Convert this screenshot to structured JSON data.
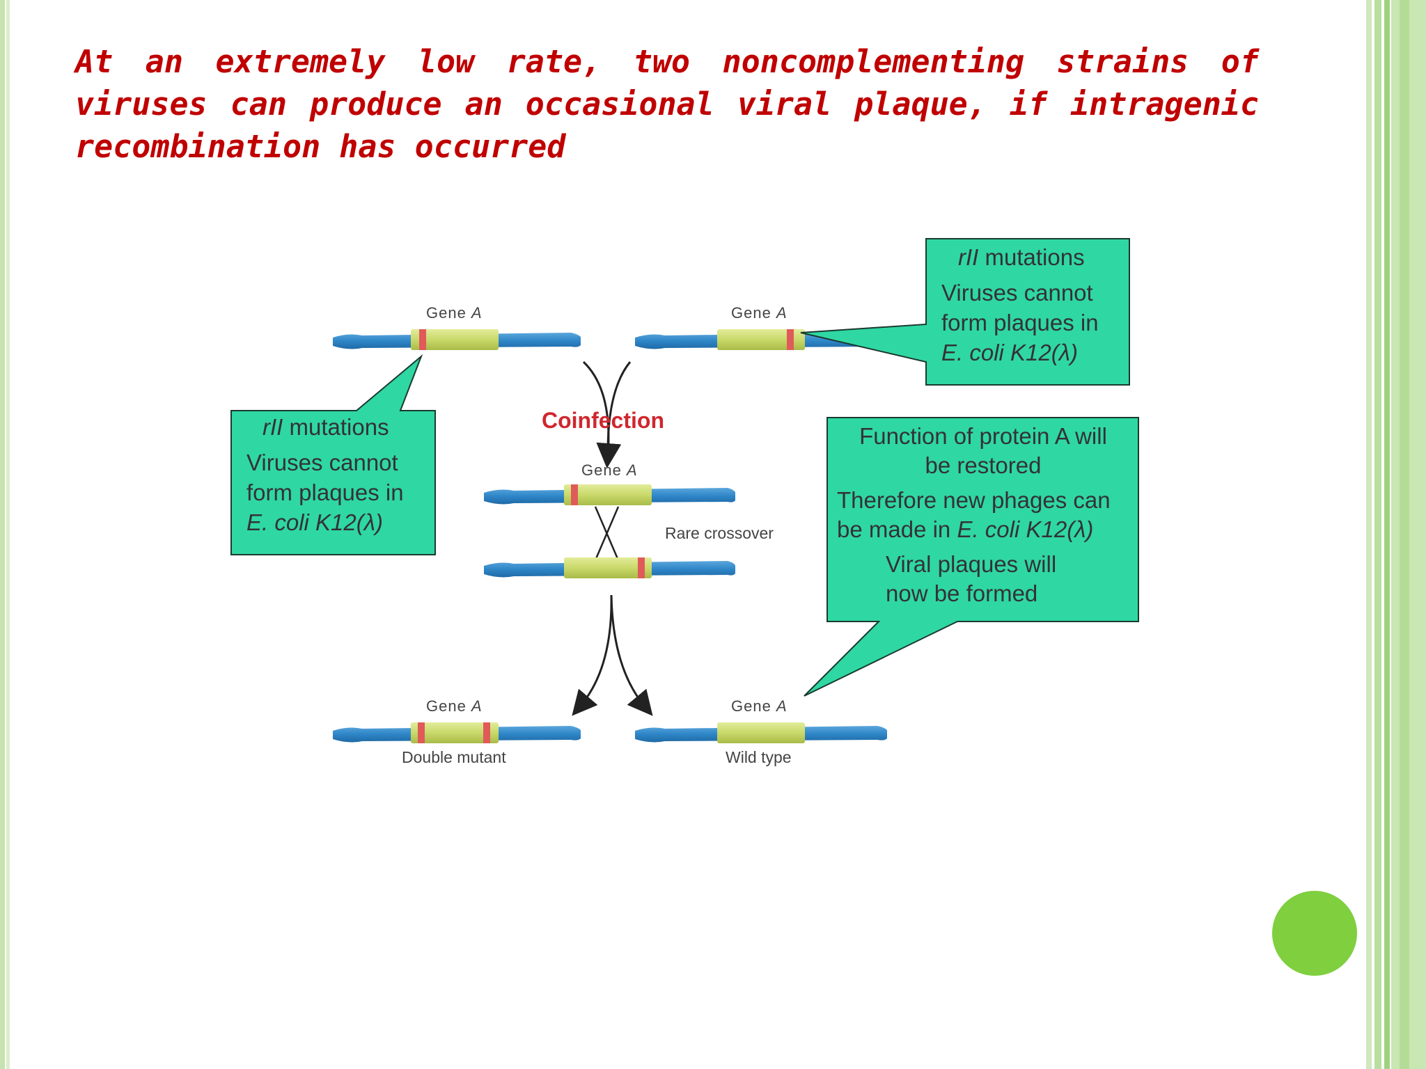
{
  "title": "At an extremely low rate, two noncomplementing strains of viruses can produce an occasional viral plaque, if intragenic recombination has occurred",
  "diagram": {
    "gene_label_prefix": "Gene",
    "gene_label_letter": "A",
    "coinfection": "Coinfection",
    "rare_crossover": "Rare crossover",
    "double_mutant": "Double mutant",
    "wild_type": "Wild type",
    "callout_left": {
      "head_italic": "rII",
      "head_rest": " mutations",
      "line1": "Viruses cannot",
      "line2": "form plaques in",
      "line3": "E. coli K12(λ)"
    },
    "callout_right": {
      "head_italic": "rII",
      "head_rest": " mutations",
      "line1": "Viruses cannot",
      "line2": "form plaques in",
      "line3": "E. coli K12(λ)"
    },
    "callout_result": {
      "line1": "Function of protein A will",
      "line2": "be restored",
      "line3": "Therefore new phages can",
      "line4_prefix": "be made in ",
      "line4_italic": "E. coli K12(λ)",
      "line5": "Viral plaques will",
      "line6": "now be formed"
    }
  },
  "colors": {
    "title": "#c00000",
    "dna": "#2f86c8",
    "gene": "#c9d96a",
    "mutation": "#e05a5a",
    "callout": "#2fd7a3",
    "coinfection": "#d0272e",
    "dot": "#7fcf3e"
  }
}
